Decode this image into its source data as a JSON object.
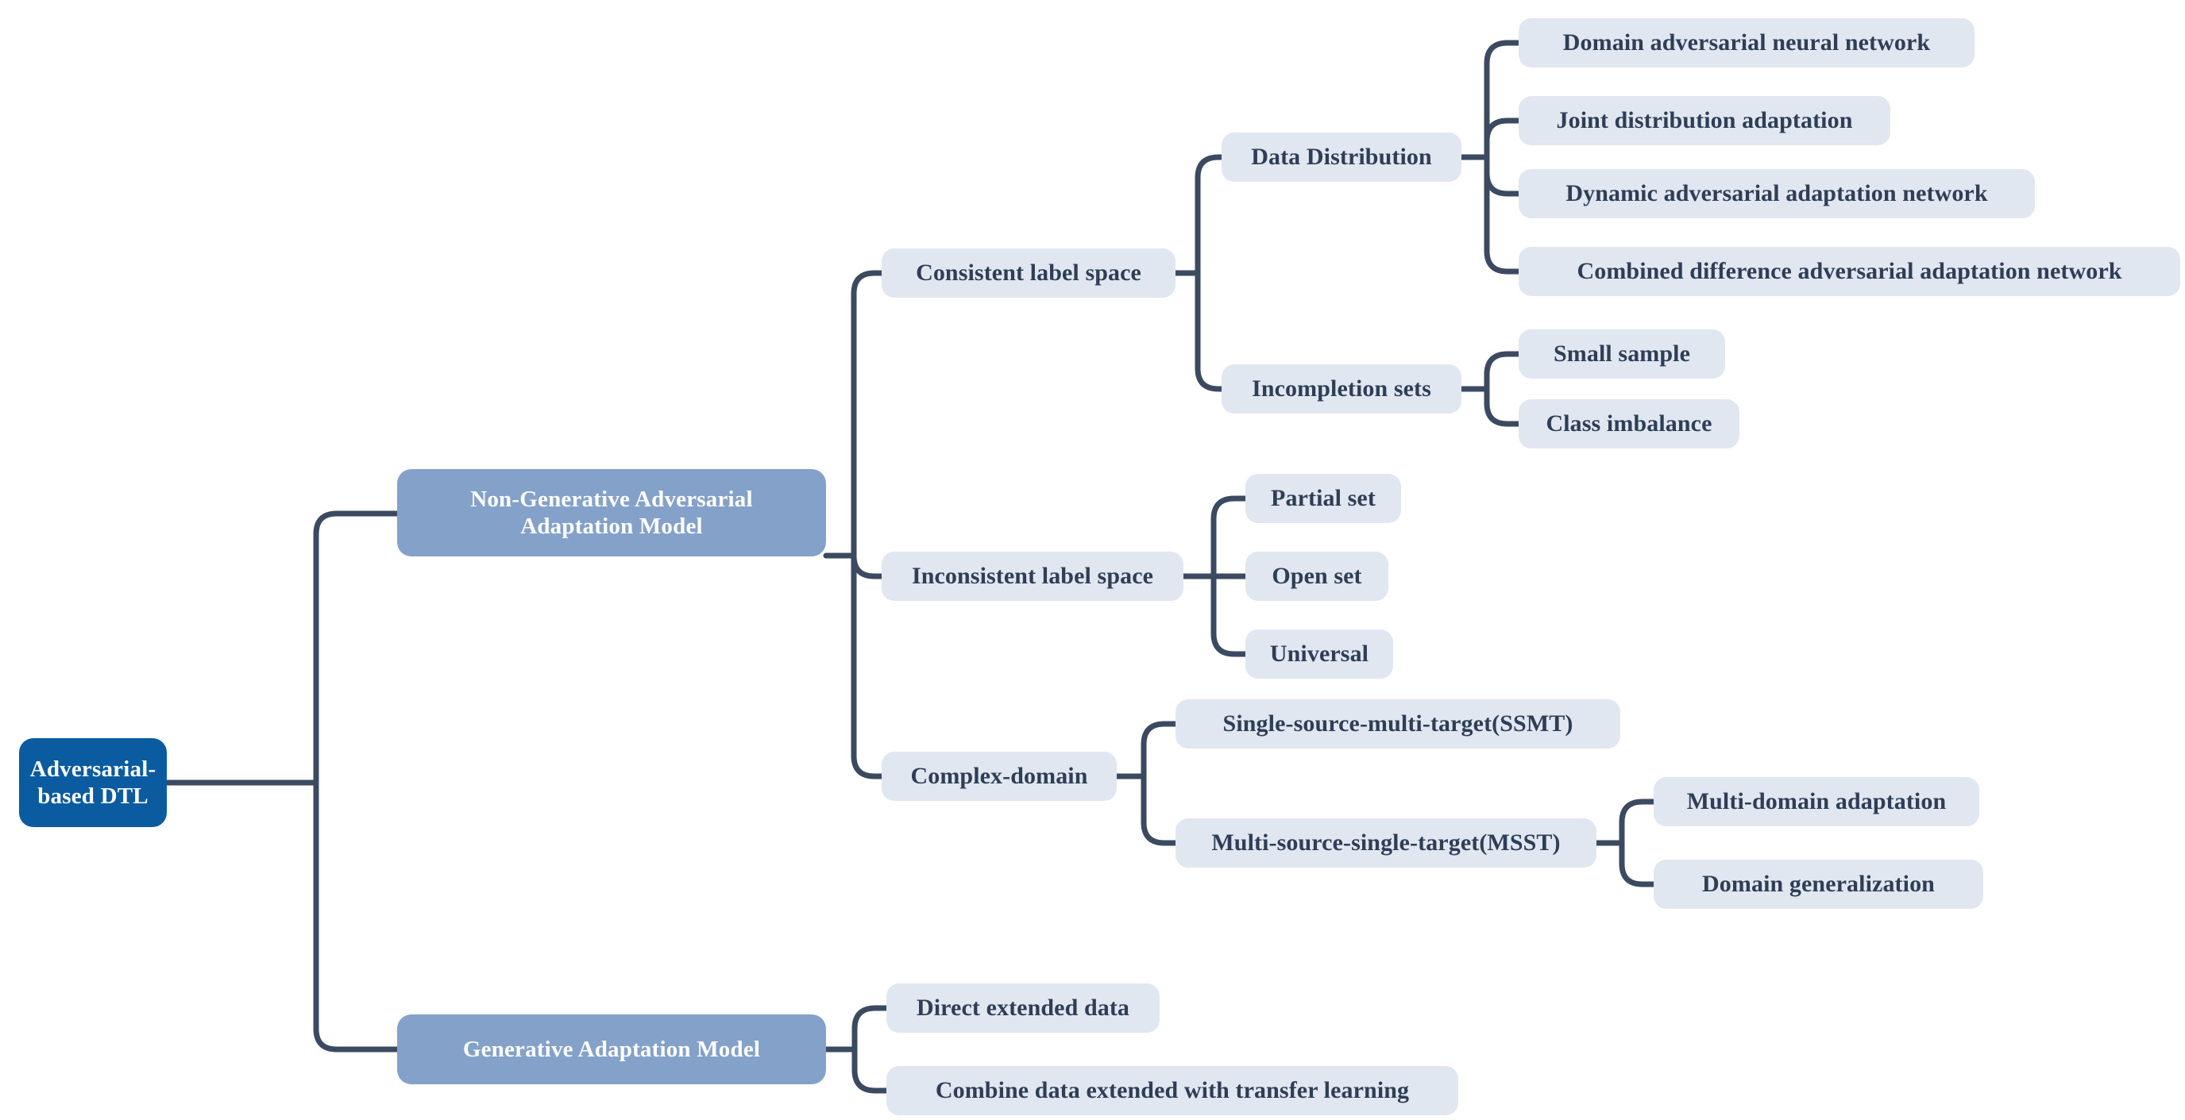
{
  "diagram": {
    "title": "Adversarial-based DTL taxonomy mind map",
    "colors": {
      "root_fill": "#0a5ba0",
      "branch_fill": "#84a1ca",
      "leaf_fill": "#e1e7f0",
      "leaf_text": "#2d3e56",
      "connector": "#3b4a60",
      "background": "#ffffff"
    },
    "nodes": {
      "root": "Adversarial-\nbased DTL",
      "non_generative": "Non-Generative Adversarial\nAdaptation Model",
      "generative": "Generative Adaptation Model",
      "consistent_label_space": "Consistent label space",
      "inconsistent_label_space": "Inconsistent label space",
      "complex_domain": "Complex-domain",
      "data_distribution": "Data Distribution",
      "incompletion_sets": "Incompletion sets",
      "domain_adversarial_neural_network": "Domain adversarial neural network",
      "joint_distribution_adaptation": "Joint distribution adaptation",
      "dynamic_adversarial_adaptation_network": "Dynamic adversarial adaptation network",
      "combined_difference_adversarial_adaptation_network": "Combined difference adversarial adaptation network",
      "small_sample": "Small sample",
      "class_imbalance": "Class imbalance",
      "partial_set": "Partial set",
      "open_set": "Open set",
      "universal": "Universal",
      "ssmt": "Single-source-multi-target(SSMT)",
      "msst": "Multi-source-single-target(MSST)",
      "multi_domain_adaptation": "Multi-domain adaptation",
      "domain_generalization": "Domain generalization",
      "direct_extended_data": "Direct extended data",
      "combine_data_extended_with_transfer_learning": "Combine data extended with transfer learning"
    }
  }
}
